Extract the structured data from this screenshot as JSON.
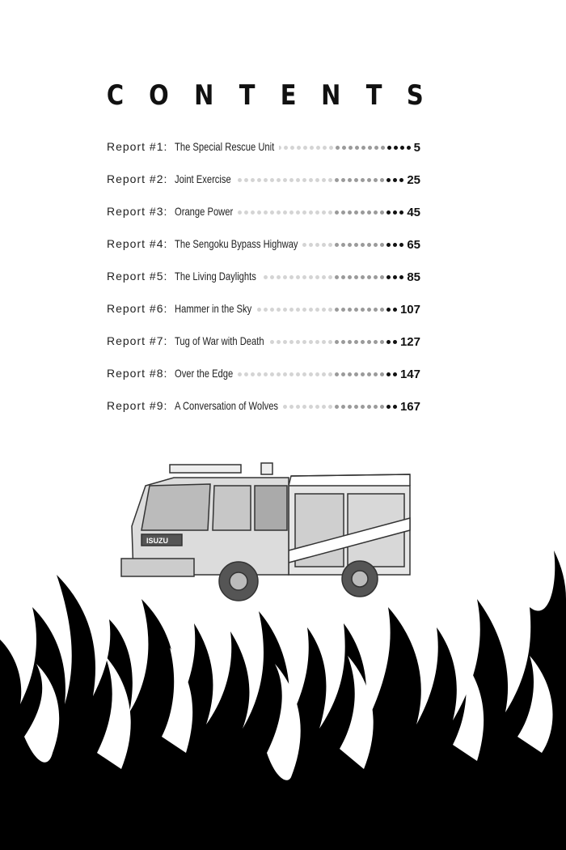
{
  "title": [
    "C",
    "O",
    "N",
    "T",
    "E",
    "N",
    "T",
    "S"
  ],
  "entries": [
    {
      "report": "Report #1:",
      "title": "The Special Rescue Unit",
      "page": "5"
    },
    {
      "report": "Report #2:",
      "title": "Joint Exercise",
      "page": "25"
    },
    {
      "report": "Report #3:",
      "title": "Orange Power",
      "page": "45"
    },
    {
      "report": "Report #4:",
      "title": "The Sengoku Bypass Highway",
      "page": "65"
    },
    {
      "report": "Report #5:",
      "title": "The Living Daylights",
      "page": "85"
    },
    {
      "report": "Report #6:",
      "title": "Hammer in the Sky",
      "page": "107"
    },
    {
      "report": "Report #7:",
      "title": "Tug of War with Death",
      "page": "127"
    },
    {
      "report": "Report #8:",
      "title": "Over the Edge",
      "page": "147"
    },
    {
      "report": "Report #9:",
      "title": "A Conversation of Wolves",
      "page": "167"
    }
  ],
  "illustration": {
    "truck_badge": "ISUZU"
  },
  "colors": {
    "ink": "#111111",
    "dot_light": "#d4d4d4",
    "dot_mid": "#9a9a9a",
    "dot_dark": "#111111"
  }
}
